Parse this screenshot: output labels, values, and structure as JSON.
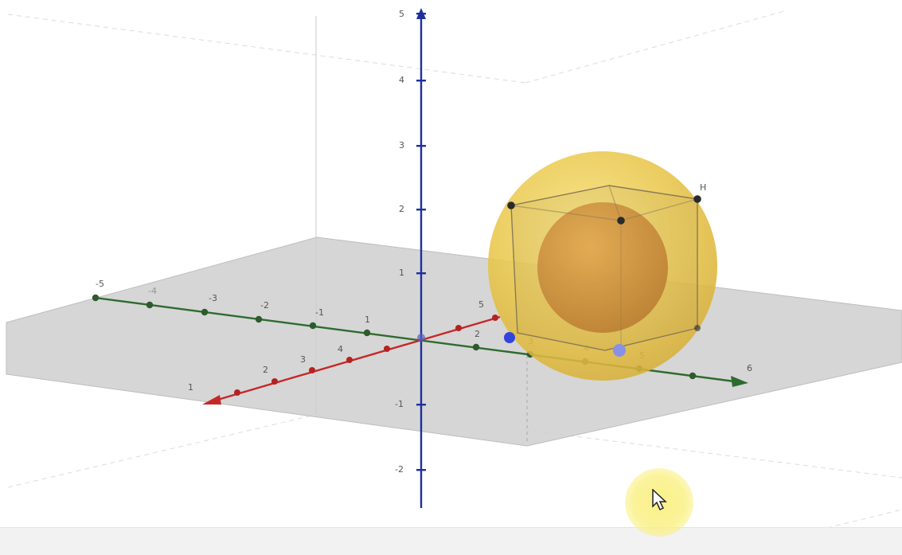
{
  "view": "3D Graphics",
  "colors": {
    "background": "#ffffff",
    "plane": "#cfcfcf",
    "z_axis": "#1f2f9e",
    "x_axis": "#c62828",
    "y_axis": "#2e6b2e",
    "sphere_outer": "#e8c54a",
    "sphere_inner": "#c9852a",
    "cube_edge": "#8a7a55",
    "point_dark": "#2a2a2a",
    "point_blue": "#3344dd",
    "point_light_blue": "#8890e8",
    "cursor_highlight": "#f5ea7a"
  },
  "axes": {
    "z_ticks": [
      "-2",
      "-1",
      "1",
      "2",
      "3",
      "4",
      "5"
    ],
    "x_ticks": [
      "1",
      "2",
      "3",
      "4",
      "5"
    ],
    "y_ticks": [
      "-5",
      "-4",
      "-3",
      "-2",
      "-1",
      "1",
      "2",
      "3",
      "4",
      "5",
      "6"
    ]
  },
  "points": {
    "H": "H"
  },
  "icons": {
    "cursor": "mouse-pointer-icon"
  }
}
